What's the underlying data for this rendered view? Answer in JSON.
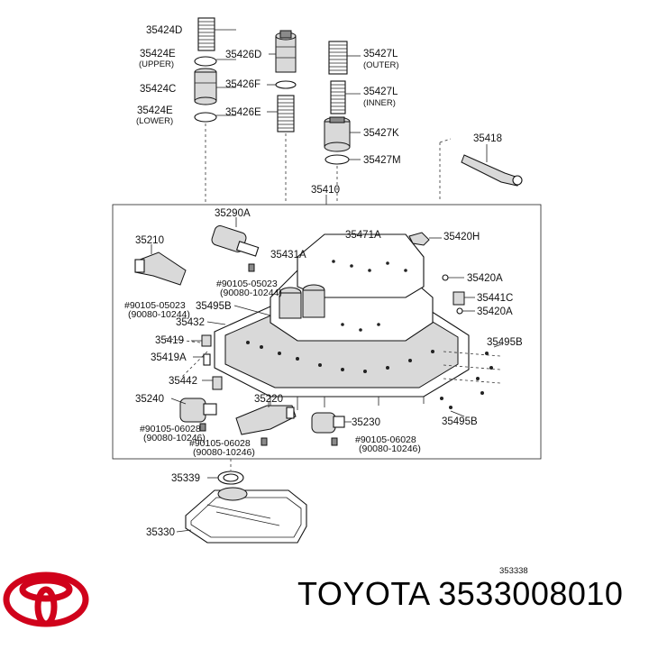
{
  "diagram": {
    "labels": {
      "p35424D": "35424D",
      "p35424E_upper": "35424E",
      "upper": "(UPPER)",
      "p35424C": "35424C",
      "p35424E_lower": "35424E",
      "lower": "(LOWER)",
      "p35426D": "35426D",
      "p35426F": "35426F",
      "p35426E": "35426E",
      "p35427L_outer": "35427L",
      "outer": "(OUTER)",
      "p35427L_inner": "35427L",
      "inner": "(INNER)",
      "p35427K": "35427K",
      "p35427M": "35427M",
      "p35418": "35418",
      "p35410": "35410",
      "p35290A": "35290A",
      "p35210": "35210",
      "p35431A": "35431A",
      "p35471A": "35471A",
      "p35420H": "35420H",
      "p35420A_1": "35420A",
      "p35441C": "35441C",
      "p35420A_2": "35420A",
      "bolt1a": "#90105-05023",
      "bolt1b": "(90080-10244)",
      "bolt2a": "#90105-05023",
      "bolt2b": "(90080-10244)",
      "p35495B_1": "35495B",
      "p35432": "35432",
      "p35419": "35419",
      "p35419A": "35419A",
      "p35495B_2": "35495B",
      "p35442": "35442",
      "p35240": "35240",
      "p35220": "35220",
      "p35230": "35230",
      "p35495B_3": "35495B",
      "bolt3a": "#90105-06028",
      "bolt3b": "(90080-10246)",
      "bolt4a": "#90105-06028",
      "bolt4b": "(90080-10246)",
      "bolt5a": "#90105-06028",
      "bolt5b": "(90080-10246)",
      "p35339": "35339",
      "p35330": "35330",
      "figure_no": "353338"
    }
  },
  "footer": {
    "brand": "TOYOTA",
    "part_number": "3533008010",
    "logo": "toyota-logo",
    "logo_color": "#d0021b"
  }
}
